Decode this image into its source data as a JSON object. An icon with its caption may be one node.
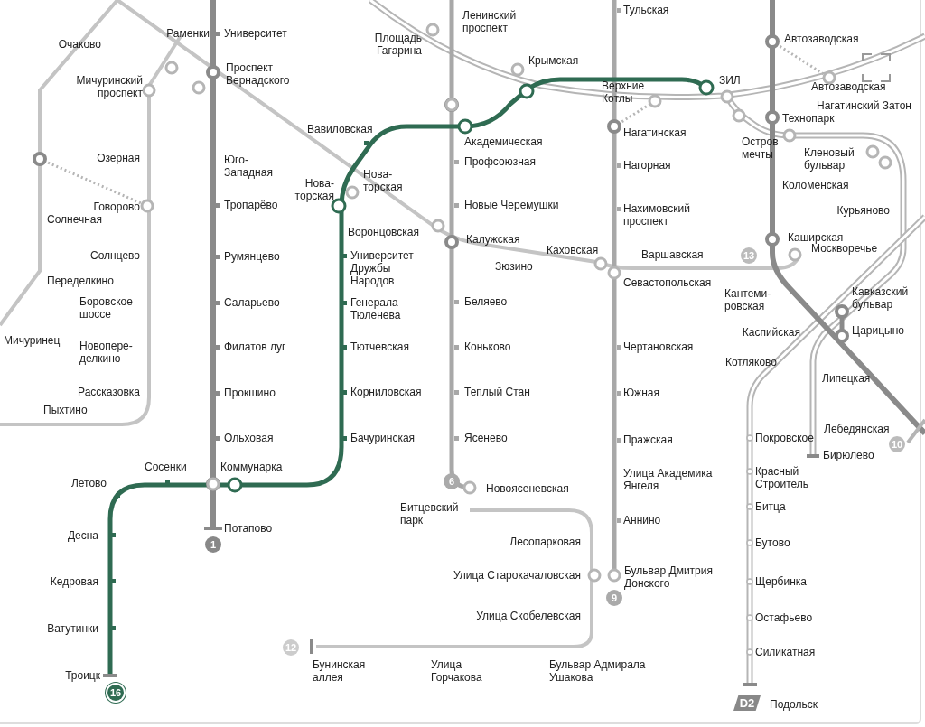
{
  "diagram": {
    "labels": [
      "Тульская",
      "Ленинский проспект",
      "Очаково",
      "Раменки",
      "Университет",
      "Площадь Гагарина",
      "Автозаводская",
      "Крымская",
      "Мичуринский проспект",
      "Проспект Вернадского",
      "Верхние Котлы",
      "ЗИЛ",
      "Автозаводская",
      "Технопарк",
      "Нагатинский Затон",
      "Вавиловская",
      "Академическая",
      "Нагатинская",
      "Остров мечты",
      "Кленовый бульвар",
      "Озерная",
      "Юго- Западная",
      "Профсоюзная",
      "Нагорная",
      "Нова- торская",
      "Нова- торская",
      "Коломенская",
      "Говорово",
      "Тропарёво",
      "Новые Черемушки",
      "Нахимовский проспект",
      "Курьяново",
      "Солнечная",
      "Воронцовская",
      "Калужская",
      "Каширская",
      "Солнцево",
      "Румянцево",
      "Университет Дружбы Народов",
      "Каховская",
      "Варшавская",
      "13",
      "Москворечье",
      "Зюзино",
      "Переделкино",
      "Севастопольская",
      "Боровское шоссе",
      "Саларьево",
      "Генерала Тюленева",
      "Беляево",
      "Кантеми- ровская",
      "Кавказский бульвар",
      "Мичуринец",
      "Новопере- делкино",
      "Филатов луг",
      "Тютчевская",
      "Коньково",
      "Чертановская",
      "Каспийская",
      "Царицыно",
      "Котляково",
      "Липецкая",
      "Рассказовка",
      "Прокшино",
      "Корниловская",
      "Теплый Стан",
      "Южная",
      "Пыхтино",
      "Лебедянская",
      "Ольховая",
      "Бачуринская",
      "Ясенево",
      "Пражская",
      "Покровское",
      "Бирюлево",
      "10",
      "Летово",
      "Сосенки",
      "Коммунарка",
      "6",
      "Новоясеневская",
      "Улица Академика Янгеля",
      "Красный Строитель",
      "Битцевский парк",
      "Аннино",
      "Битца",
      "Десна",
      "1",
      "Потапово",
      "Лесопарковая",
      "Бутово",
      "Кедровая",
      "Улица Старокачаловская",
      "Бульвар Дмитрия Донского",
      "Щербинка",
      "9",
      "Ватутинки",
      "Улица Скобелевская",
      "Остафьево",
      "12",
      "Силикатная",
      "Троицк",
      "Бунинская аллея",
      "Улица Горчакова",
      "Бульвар Адмирала Ушакова",
      "16",
      "D2",
      "Подольск"
    ]
  }
}
